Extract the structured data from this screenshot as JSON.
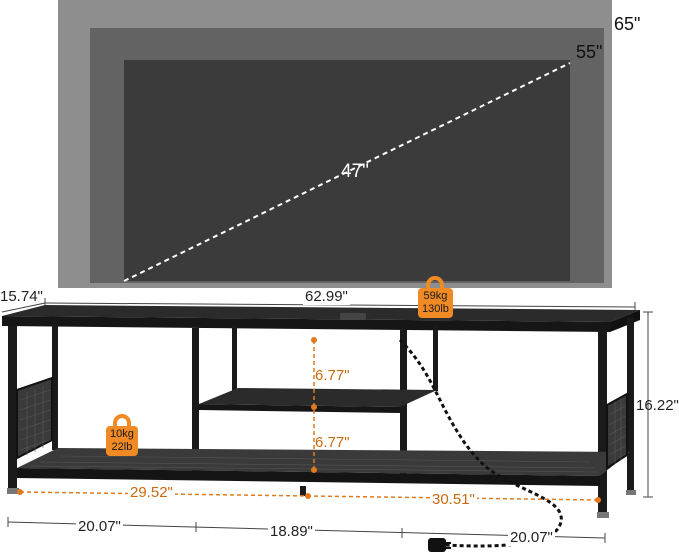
{
  "tv_sizes": {
    "large": "65\"",
    "medium": "55\"",
    "small": "47\""
  },
  "dimensions": {
    "depth": "15.74\"",
    "width": "62.99\"",
    "height": "16.22\"",
    "shelf_upper_gap": "6.77\"",
    "shelf_lower_gap": "6.77\"",
    "bottom_left_inner": "29.52\"",
    "bottom_right_inner": "30.51\"",
    "base_left": "20.07\"",
    "base_middle": "18.89\"",
    "base_right": "20.07\""
  },
  "load_top": {
    "kg": "59kg",
    "lb": "130lb"
  },
  "load_bottom": {
    "kg": "10kg",
    "lb": "22lb"
  },
  "colors": {
    "orange": "#f08a24",
    "tv_65": "#8a8a8a",
    "tv_55": "#5c5c5c",
    "tv_47": "#3a3a3a",
    "stand": "#1c1c1c"
  },
  "icons": [
    "weight-icon",
    "power-plug-icon",
    "mesh-panel-icon"
  ]
}
